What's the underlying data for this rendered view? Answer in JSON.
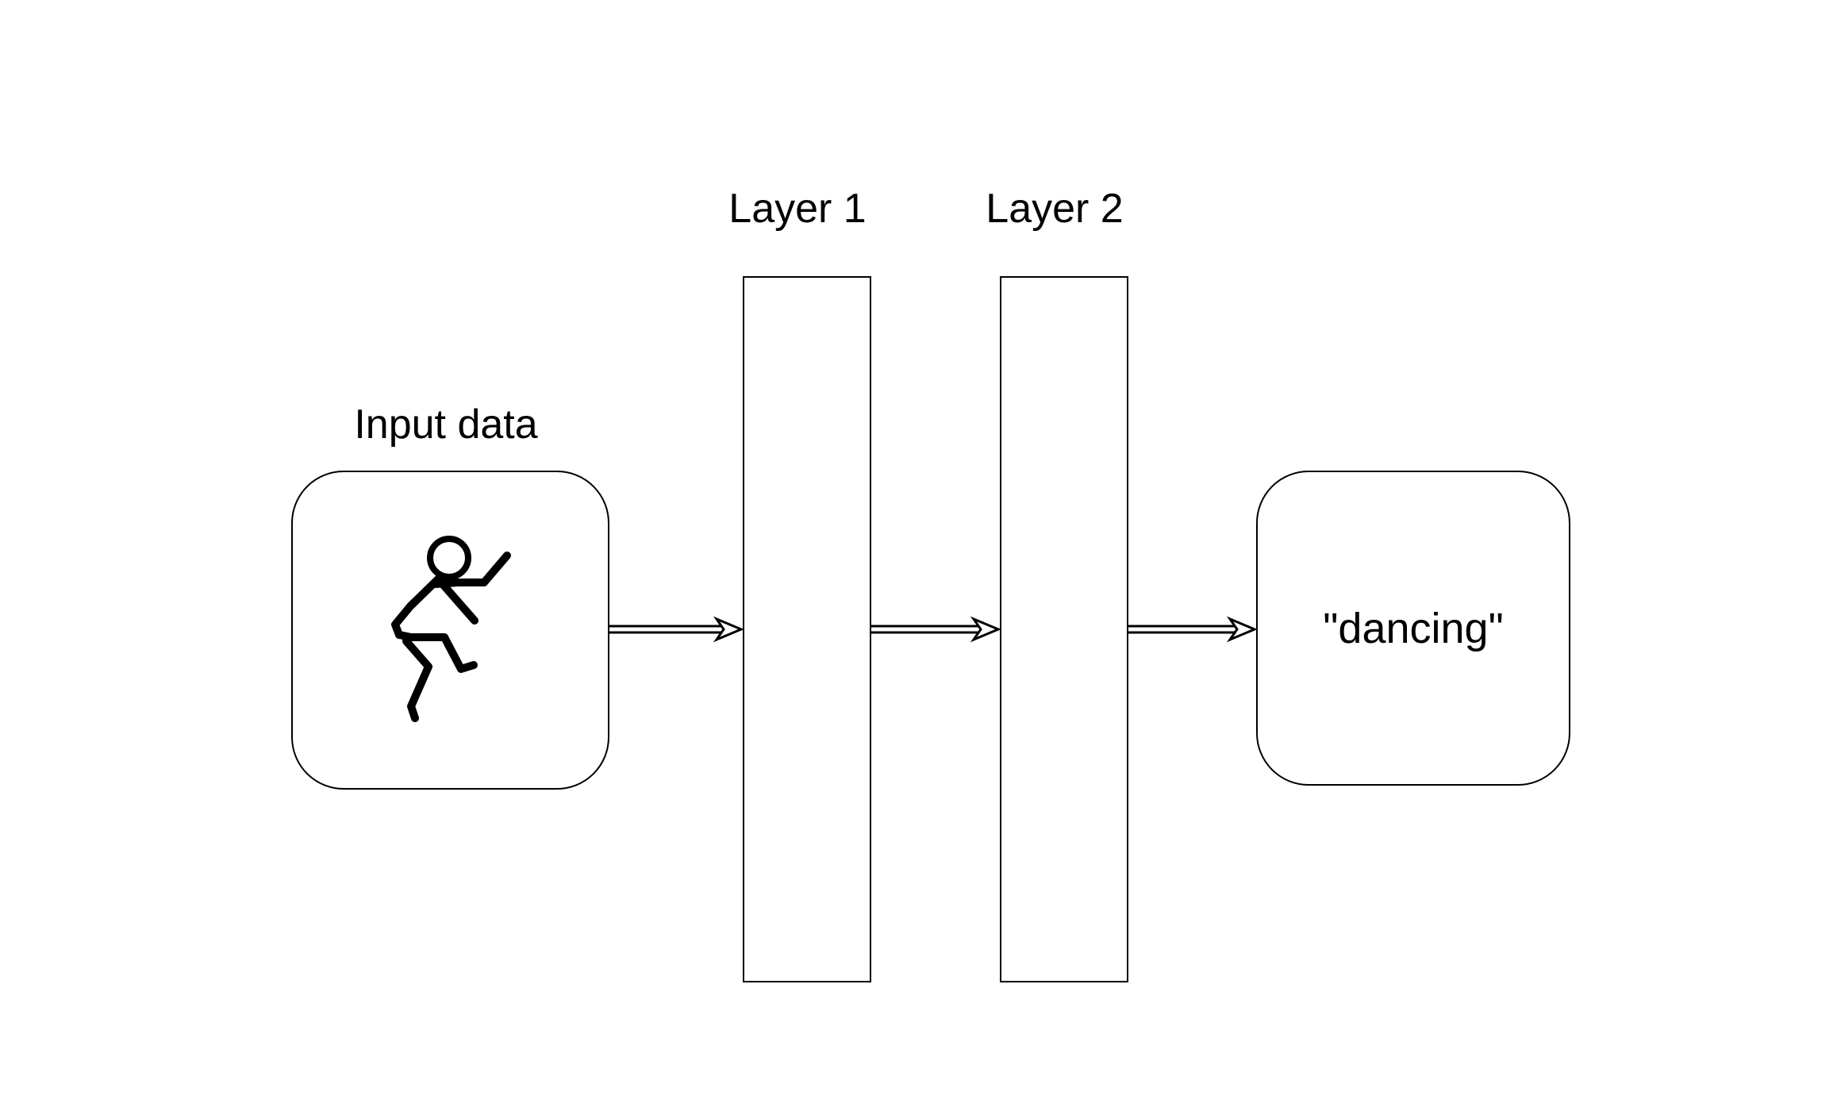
{
  "diagram": {
    "input": {
      "label": "Input data",
      "icon": "stick-figure-dancing-icon"
    },
    "layers": [
      {
        "label": "Layer 1"
      },
      {
        "label": "Layer 2"
      }
    ],
    "output": {
      "text": "\"dancing\""
    },
    "colors": {
      "stroke": "#000000",
      "background": "#ffffff"
    }
  }
}
